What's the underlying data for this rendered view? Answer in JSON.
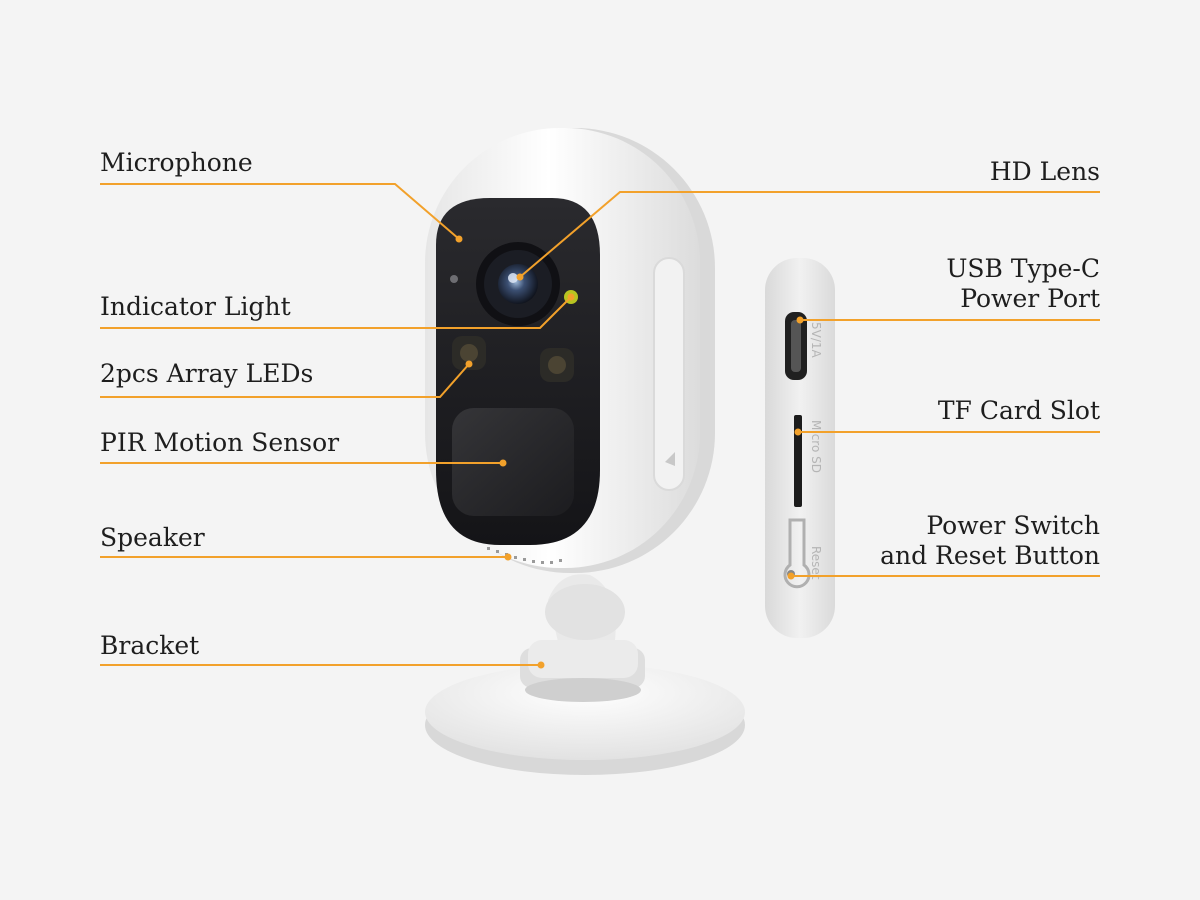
{
  "colors": {
    "leader": "#f2a12b",
    "background": "#f4f4f4",
    "text": "#1e1e1e"
  },
  "labels_left": [
    {
      "id": "microphone",
      "text": "Microphone"
    },
    {
      "id": "indicator",
      "text": "Indicator Light"
    },
    {
      "id": "leds",
      "text": "2pcs Array LEDs"
    },
    {
      "id": "pir",
      "text": "PIR Motion Sensor"
    },
    {
      "id": "speaker",
      "text": "Speaker"
    },
    {
      "id": "bracket",
      "text": "Bracket"
    }
  ],
  "labels_right": [
    {
      "id": "lens",
      "lines": [
        "HD Lens"
      ]
    },
    {
      "id": "usb",
      "lines": [
        "USB Type-C",
        "Power Port"
      ]
    },
    {
      "id": "tf",
      "lines": [
        "TF Card Slot"
      ]
    },
    {
      "id": "power",
      "lines": [
        "Power Switch",
        "and Reset Button"
      ]
    }
  ],
  "side_panel": {
    "usb_text": "5V/1A",
    "sd_text": "Micro SD",
    "reset_text": "Reset"
  }
}
